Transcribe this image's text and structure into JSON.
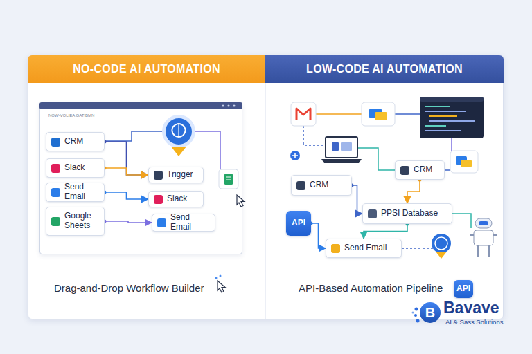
{
  "diagram": {
    "nodes": [
      {
        "text": [
          "NO-CODE AI AUTOMATION",
          "Drag-and-Drop Workflow Builder"
        ]
      },
      {
        "text": [
          "NOW-VOLIEA GATIBMN"
        ],
        "in": 0
      },
      {
        "text": [
          "CRM"
        ],
        "in": 1
      },
      {
        "text": [
          "Slack"
        ],
        "in": 1
      },
      {
        "text": [
          "Send Email"
        ],
        "in": 1
      },
      {
        "text": [
          "Google Sheets"
        ],
        "in": 1
      },
      {
        "text": [
          "Trigger"
        ],
        "in": 1
      },
      {
        "text": [
          "Slack"
        ],
        "in": 1
      },
      {
        "text": [
          "Send Email"
        ],
        "in": 1
      },
      {
        "text": [
          "LOW-CODE AI AUTOMATION",
          "API-Based Automation Pipeline"
        ]
      },
      {
        "text": [
          "CRM"
        ],
        "in": 9
      },
      {
        "text": [
          "CRM"
        ],
        "in": 9
      },
      {
        "text": [
          "API"
        ],
        "in": 9
      },
      {
        "text": [
          "PPSI Database"
        ],
        "in": 9
      },
      {
        "text": [
          "Send Email"
        ],
        "in": 9
      },
      {
        "text": [
          "API"
        ],
        "in": 9
      }
    ],
    "edges": [
      {
        "from": 2,
        "to": 6,
        "arrow": "to"
      },
      {
        "from": 3,
        "to": 6,
        "arrow": "to"
      },
      {
        "from": 4,
        "to": 7,
        "arrow": "to"
      },
      {
        "from": 5,
        "to": 8,
        "arrow": "to"
      },
      {
        "from": 10,
        "to": 13,
        "arrow": "to"
      },
      {
        "from": 11,
        "to": 13,
        "arrow": "to"
      },
      {
        "from": 12,
        "to": 14,
        "arrow": "to"
      },
      {
        "from": 13,
        "to": 14,
        "arrow": "to"
      }
    ],
    "labels": [
      "B",
      "Bavave",
      "AI & Sass Solutions"
    ]
  }
}
